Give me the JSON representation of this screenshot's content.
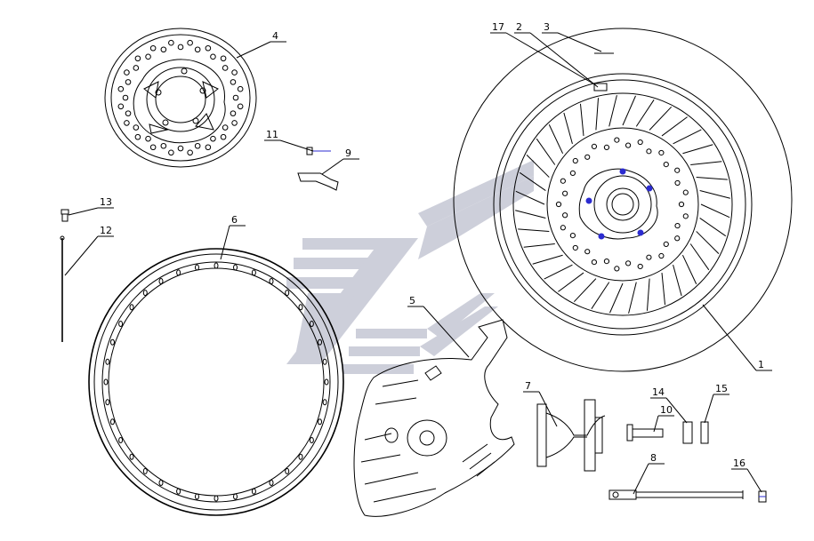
{
  "colors": {
    "line": "#000000",
    "watermark": "#c8cad6",
    "highlight": "#2b2bd0",
    "background": "#ffffff"
  },
  "callouts": [
    {
      "id": "1",
      "label": "1"
    },
    {
      "id": "2",
      "label": "2"
    },
    {
      "id": "3",
      "label": "3"
    },
    {
      "id": "4",
      "label": "4"
    },
    {
      "id": "5",
      "label": "5"
    },
    {
      "id": "6",
      "label": "6"
    },
    {
      "id": "7",
      "label": "7"
    },
    {
      "id": "8",
      "label": "8"
    },
    {
      "id": "9",
      "label": "9"
    },
    {
      "id": "10",
      "label": "10"
    },
    {
      "id": "11",
      "label": "11"
    },
    {
      "id": "12",
      "label": "12"
    },
    {
      "id": "13",
      "label": "13"
    },
    {
      "id": "14",
      "label": "14"
    },
    {
      "id": "15",
      "label": "15"
    },
    {
      "id": "16",
      "label": "16"
    },
    {
      "id": "17",
      "label": "17"
    }
  ],
  "parts": [
    {
      "name": "assembled-wheel-icon"
    },
    {
      "name": "brake-disc-icon"
    },
    {
      "name": "wheel-rim-icon"
    },
    {
      "name": "disc-guard-icon"
    },
    {
      "name": "wheel-hub-icon"
    },
    {
      "name": "wheel-axle-icon"
    },
    {
      "name": "spoke-icon"
    },
    {
      "name": "spoke-nipple-icon"
    },
    {
      "name": "bracket-icon"
    },
    {
      "name": "bolt-icon"
    },
    {
      "name": "spacer-icon"
    },
    {
      "name": "valve-cap-icon"
    },
    {
      "name": "watermark-logo-icon"
    }
  ]
}
